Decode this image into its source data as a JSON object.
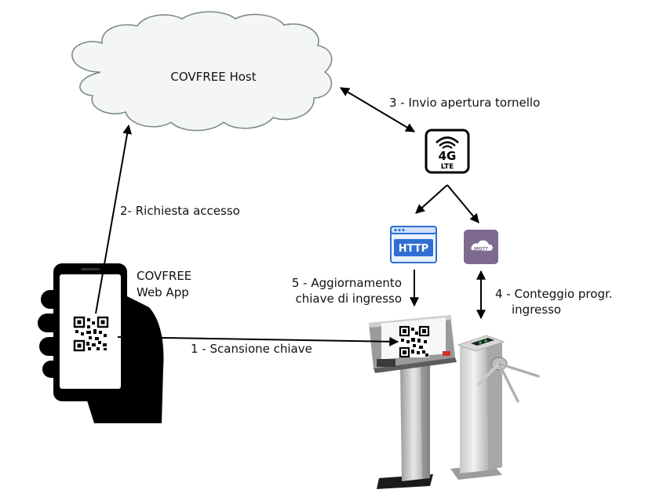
{
  "cloud": {
    "label": "COVFREE Host"
  },
  "webapp": {
    "line1": "COVFREE",
    "line2": "Web App"
  },
  "icons": {
    "lte_big": "4G",
    "lte_small": "LTE",
    "http": "HTTP",
    "mqtt": "MQTT"
  },
  "steps": {
    "s1": "1 - Scansione chiave",
    "s2": "2- Richiesta accesso",
    "s3": "3 - Invio apertura tornello",
    "s4_line1": "4 - Conteggio progr.",
    "s4_line2": "ingresso",
    "s5_line1": "5 - Aggiornamento",
    "s5_line2": "chiave di ingresso"
  },
  "colors": {
    "cloud_fill": "#f4f6f6",
    "cloud_stroke": "#7d8a8c",
    "http_blue": "#2f6fd3",
    "mqtt_purple": "#7d6a8e",
    "hand": "#000000",
    "arrow": "#000000"
  }
}
